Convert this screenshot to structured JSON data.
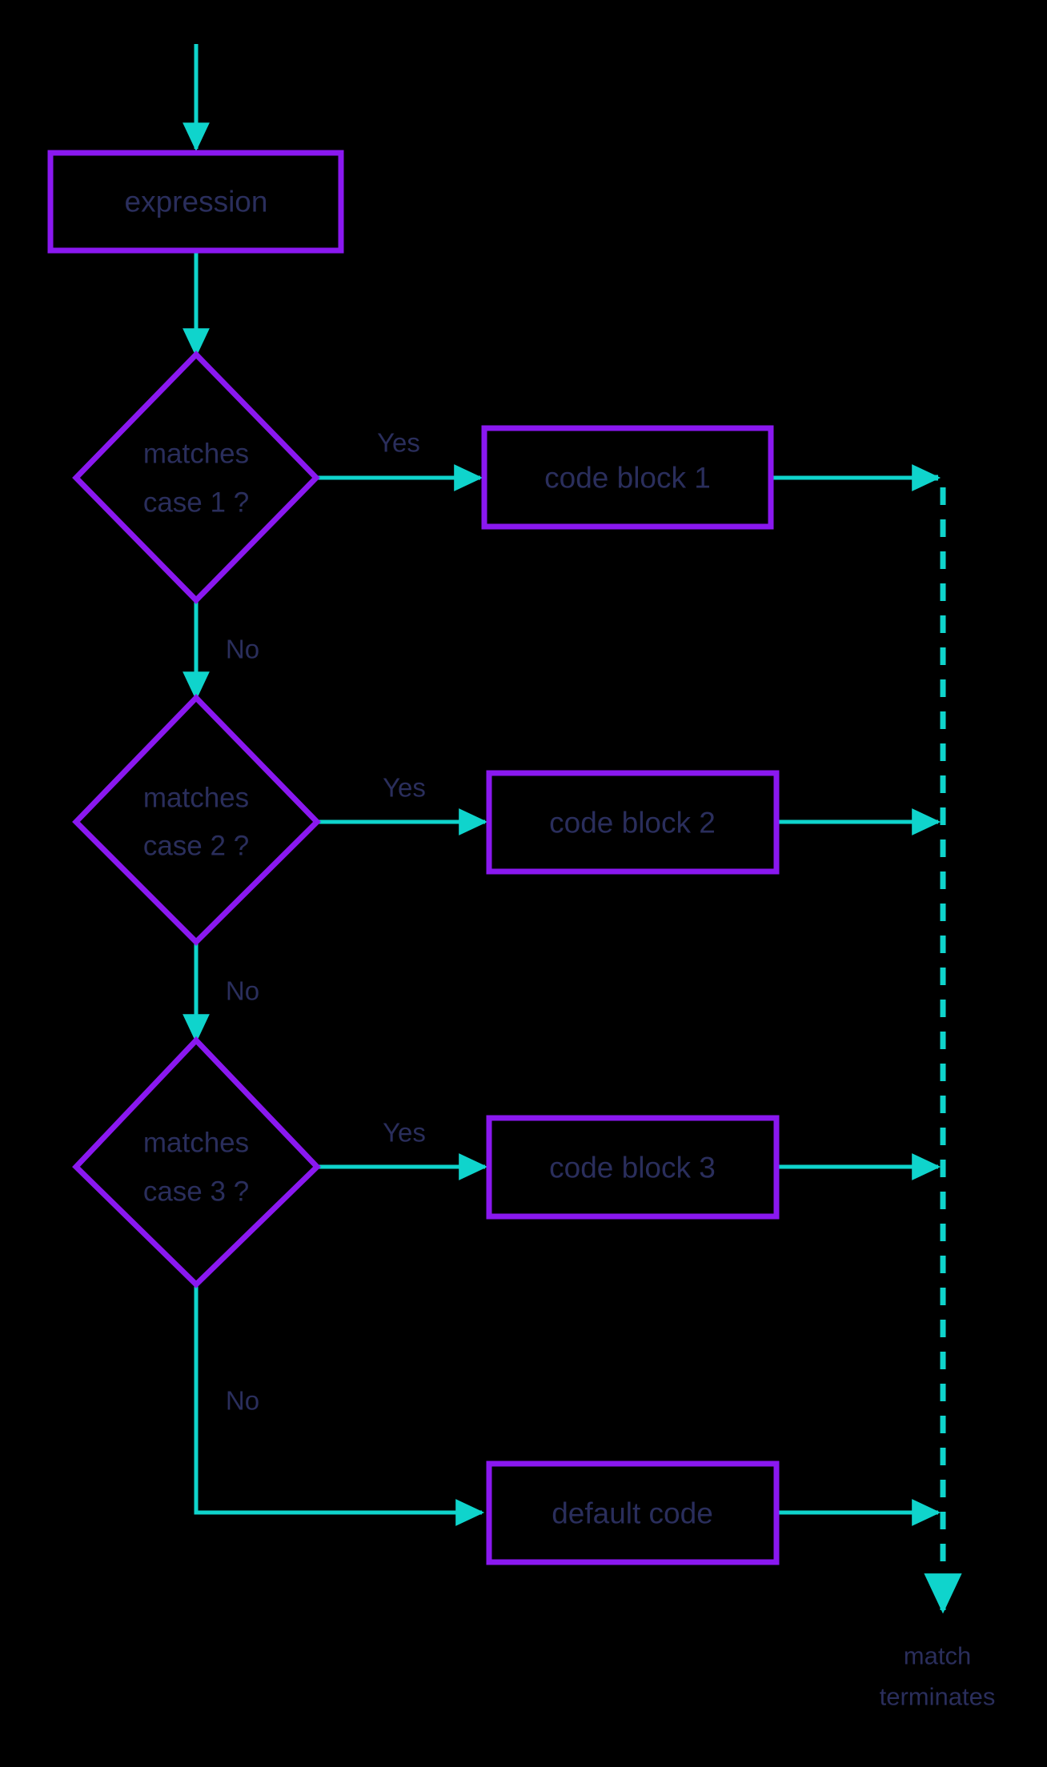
{
  "diagram": {
    "title": "switch statement flowchart",
    "type": "flowchart",
    "colors": {
      "background": "#000000",
      "shape_border": "#8A18F0",
      "connector": "#0FD4CC",
      "text": "#2A2E5C"
    },
    "nodes": {
      "expression": {
        "label": "expression",
        "shape": "rectangle"
      },
      "decision_1": {
        "label_line1": "matches",
        "label_line2": "case 1 ?",
        "shape": "diamond"
      },
      "decision_2": {
        "label_line1": "matches",
        "label_line2": "case 2 ?",
        "shape": "diamond"
      },
      "decision_3": {
        "label_line1": "matches",
        "label_line2": "case 3 ?",
        "shape": "diamond"
      },
      "code_block_1": {
        "label": "code block 1",
        "shape": "rectangle"
      },
      "code_block_2": {
        "label": "code block 2",
        "shape": "rectangle"
      },
      "code_block_3": {
        "label": "code block 3",
        "shape": "rectangle"
      },
      "default_code": {
        "label": "default code",
        "shape": "rectangle"
      },
      "terminator": {
        "label_line1": "match",
        "label_line2": "terminates",
        "shape": "text"
      }
    },
    "edge_labels": {
      "yes_1": "Yes",
      "yes_2": "Yes",
      "yes_3": "Yes",
      "no_1": "No",
      "no_2": "No",
      "no_3": "No"
    }
  }
}
